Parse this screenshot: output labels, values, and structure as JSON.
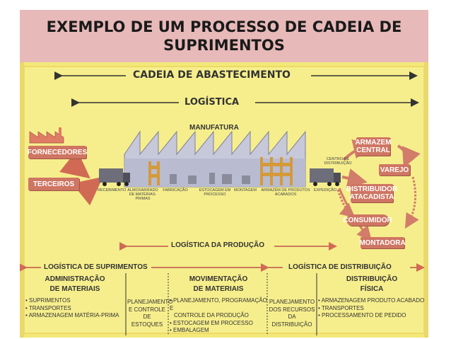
{
  "title": {
    "line1": "EXEMPLO DE UM PROCESSO DE CADEIA DE",
    "line2": "SUPRIMENTOS"
  },
  "diagram": {
    "cadeia": "CADEIA DE ABASTECIMENTO",
    "logistica": "LOGÍSTICA",
    "manufatura": "MANUFATURA",
    "sources": [
      "FORNECEDORES",
      "TERCEIROS"
    ],
    "steps": [
      "RECEBIMENTO",
      "ALMOXARIFADO DE MATÉRIAS-PRIMAS",
      "FABRICAÇÃO",
      "ESTOCAGEM EM PROCESSO",
      "MONTAGEM",
      "ARMAZÉM DE PRODUTOS ACABADOS",
      "EXPEDIÇÃO"
    ],
    "centro_distribuicao": "CENTRO DE DISTRIBUIÇÃO",
    "destinations": [
      "ARMAZEM CENTRAL",
      "VAREJO",
      "DISTRIBUIDOR ATACADISTA",
      "CONSUMIDOR",
      "MONTADORA"
    ],
    "logistica_producao": "LOGÍSTICA DA PRODUÇÃO",
    "logistica_suprimentos": "LOGÍSTICA DE SUPRIMENTOS",
    "logistica_distribuicao": "LOGÍSTICA DE DISTRIBUIÇÃO",
    "columns": [
      {
        "heading_line1": "ADMINISTRAÇÃO",
        "heading_line2": "DE MATERIAIS",
        "items": [
          "• SUPRIMENTOS",
          "• TRANSPORTES",
          "• ARMAZENAGEM MATÉRIA-PRIMA"
        ]
      },
      {
        "heading_line1": "",
        "heading_line2": "",
        "items": [
          "PLANEJAMENTO",
          "E CONTROLE",
          "DE ESTOQUES"
        ]
      },
      {
        "heading_line1": "MOVIMENTAÇÃO",
        "heading_line2": "DE MATERIAIS",
        "items": [
          "• PLANEJAMENTO, PROGRAMAÇÃO E",
          "CONTROLE DA PRODUÇÃO",
          "• ESTOCAGEM EM PROCESSO",
          "• EMBALAGEM"
        ]
      },
      {
        "heading_line1": "",
        "heading_line2": "",
        "items": [
          "PLANEJAMENTO",
          "DOS RECURSOS",
          "DA DISTRIBUIÇÃO"
        ]
      },
      {
        "heading_line1": "DISTRIBUIÇÃO",
        "heading_line2": "FÍSICA",
        "items": [
          "• ARMAZENAGEM PRODUTO ACABADO",
          "• TRANSPORTES",
          "• PROCESSAMENTO DE PEDIDO"
        ]
      }
    ]
  }
}
